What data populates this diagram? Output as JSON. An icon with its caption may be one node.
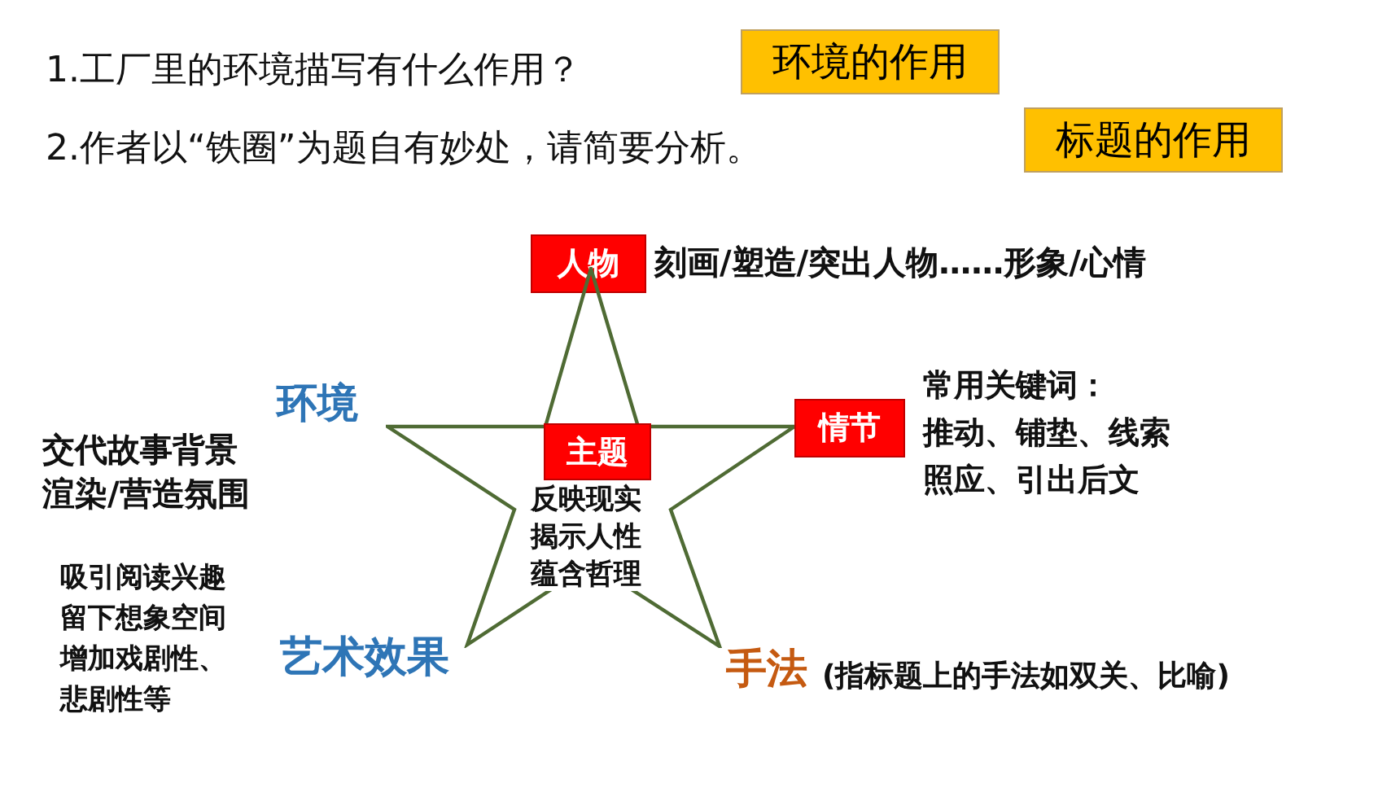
{
  "diagram": {
    "nodes": [
      {
        "text": [
          "环境的作用"
        ]
      },
      {
        "text": [
          "标题的作用"
        ]
      },
      {
        "text": [
          "人物"
        ],
        "beside": [
          "刻画/塑造/突出人物……形象/心情"
        ]
      },
      {
        "text": [
          "环境"
        ],
        "beside": [
          "交代故事背景",
          "渲染/营造氛围"
        ]
      },
      {
        "text": [],
        "shape": "star"
      },
      {
        "text": [
          "主题"
        ],
        "beside": [
          "反映现实",
          "揭示人性",
          "蕴含哲理"
        ],
        "in": 4
      },
      {
        "text": [
          "情节"
        ],
        "beside": [
          "常用关键词：",
          "推动、铺垫、线索",
          "照应、引出后文"
        ]
      },
      {
        "text": [
          "艺术效果"
        ],
        "beside": [
          "吸引阅读兴趣",
          "留下想象空间",
          "增加戏剧性、悲剧性等"
        ]
      },
      {
        "text": [
          "手法"
        ],
        "beside": [
          "(指标题上的手法如双关、比喻)"
        ]
      }
    ],
    "labels": [
      "1.工厂里的环境描写有什么作用？",
      "2.作者以“铁圈”为题自有妙处，请简要分析。"
    ]
  }
}
